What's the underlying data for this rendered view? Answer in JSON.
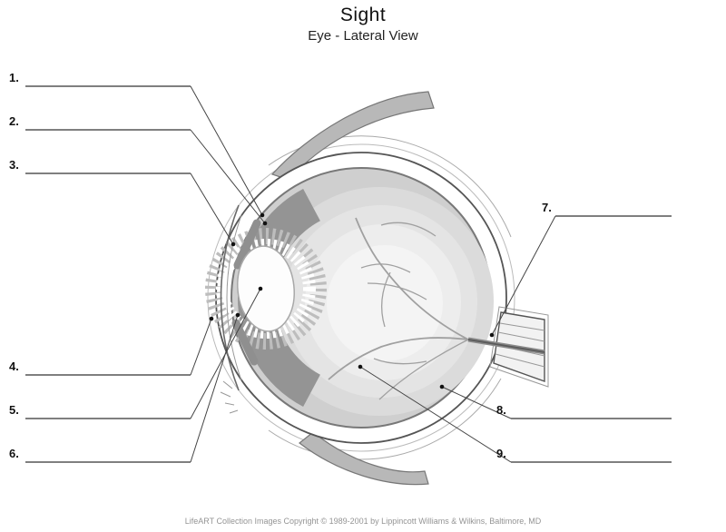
{
  "header": {
    "title": "Sight",
    "subtitle": "Eye - Lateral View"
  },
  "labels": [
    {
      "num": "1."
    },
    {
      "num": "2."
    },
    {
      "num": "3."
    },
    {
      "num": "4."
    },
    {
      "num": "5."
    },
    {
      "num": "6."
    },
    {
      "num": "7."
    },
    {
      "num": "8."
    },
    {
      "num": "9."
    }
  ],
  "diagram": {
    "subject": "human-eye-lateral-cross-section",
    "line_color": "#444444",
    "muscle_color": "#b8b8b8",
    "accent_gray": "#949494"
  },
  "footer": {
    "copyright": "LifeART Collection Images Copyright © 1989-2001 by Lippincott Williams & Wilkins, Baltimore, MD"
  }
}
